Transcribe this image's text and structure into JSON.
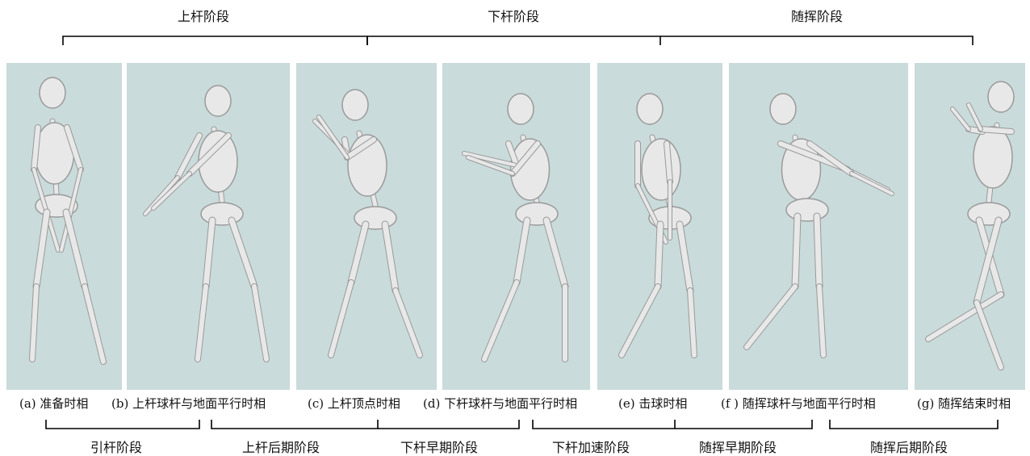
{
  "phases_top": [
    {
      "label": "上杆阶段"
    },
    {
      "label": "下杆阶段"
    },
    {
      "label": "随挥阶段"
    }
  ],
  "captions": [
    {
      "label": "(a) 准备时相"
    },
    {
      "label": "(b) 上杆球杆与地面平行时相"
    },
    {
      "label": "(c) 上杆顶点时相"
    },
    {
      "label": "(d) 下杆球杆与地面平行时相"
    },
    {
      "label": "(e) 击球时相"
    },
    {
      "label": "(f ) 随挥球杆与地面平行时相"
    },
    {
      "label": "(g) 随挥结束时相"
    }
  ],
  "phases_bottom": [
    {
      "label": "引杆阶段"
    },
    {
      "label": "上杆后期阶段"
    },
    {
      "label": "下杆早期阶段"
    },
    {
      "label": "下杆加速阶段"
    },
    {
      "label": "随挥早期阶段"
    },
    {
      "label": "随挥后期阶段"
    }
  ],
  "colors": {
    "panel_bg": "#c9dbda",
    "bone": "#e8e8e8",
    "bone_shade": "#9a9a9a",
    "bracket": "#000000"
  }
}
